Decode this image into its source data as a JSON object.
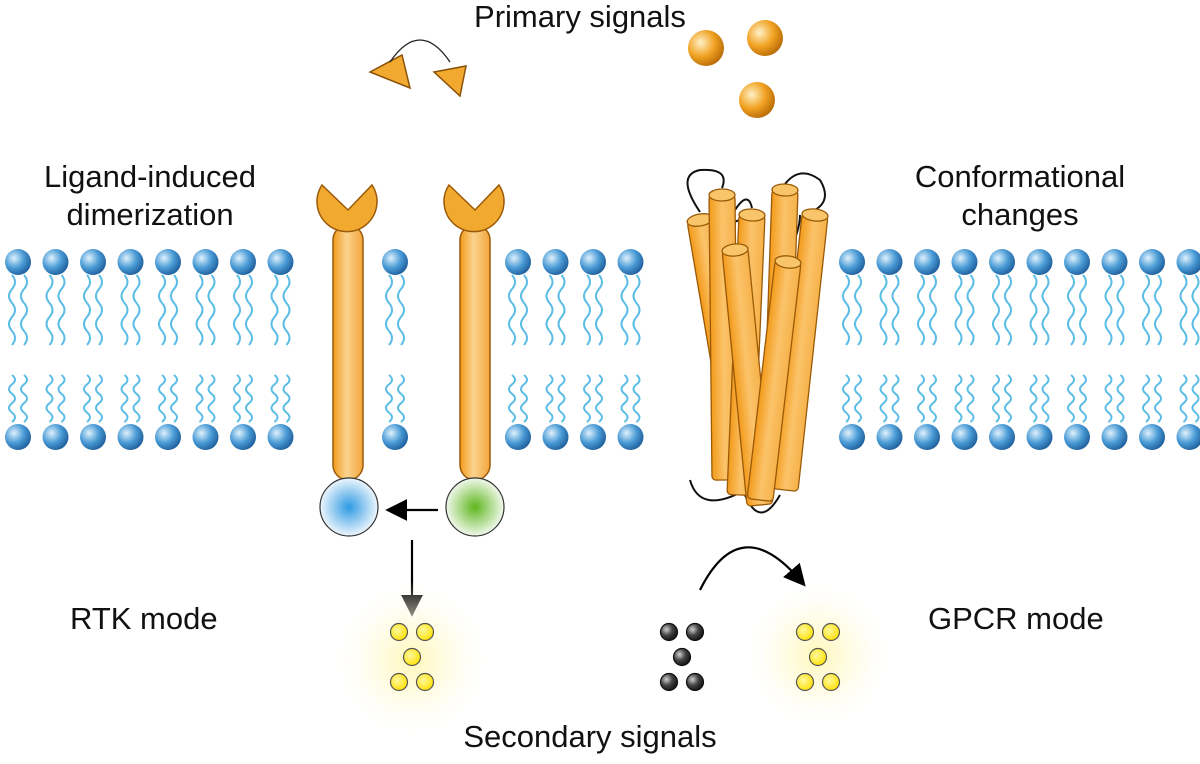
{
  "labels": {
    "primary_signals": "Primary signals",
    "ligand_line1": "Ligand-induced",
    "ligand_line2": "dimerization",
    "conformational_line1": "Conformational",
    "conformational_line2": "changes",
    "rtk_mode": "RTK mode",
    "gpcr_mode": "GPCR mode",
    "secondary_signals": "Secondary signals"
  },
  "colors": {
    "membrane_head": "#4a9bd6",
    "membrane_tail": "#5bbde6",
    "receptor": "#f3a93a",
    "ligand": "#f0a020",
    "kinase_inactive": "#3aa0e0",
    "kinase_active": "#6abf2a",
    "secondary_signal": "#ffe800",
    "precursor_signal": "#333333"
  }
}
